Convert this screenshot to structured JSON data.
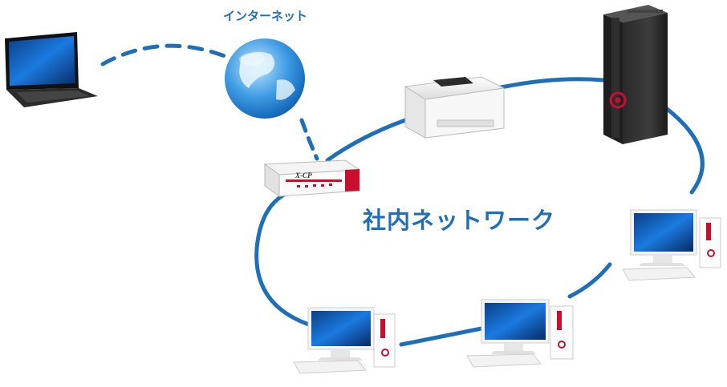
{
  "labels": {
    "internet": "インターネット",
    "internal_network": "社内ネットワーク"
  },
  "device_text": {
    "router_brand": "X-CP"
  },
  "colors": {
    "network_line": "#1f6fb8",
    "label": "#1f6fb8",
    "accent_red": "#c8102e"
  }
}
